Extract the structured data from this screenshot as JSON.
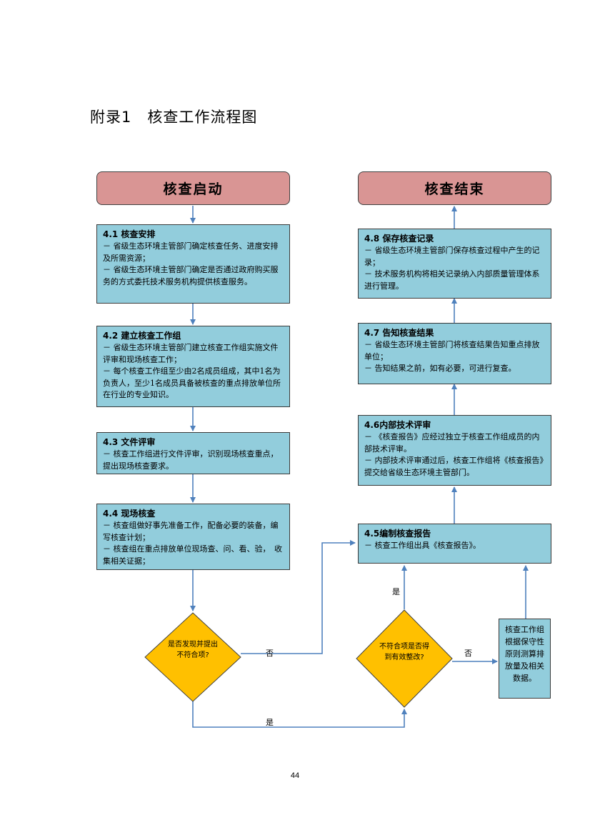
{
  "page": {
    "title_prefix": "附录1",
    "title_main": "核查工作流程图",
    "page_number": "44"
  },
  "flow": {
    "start": "核查启动",
    "end": "核查结束",
    "steps": {
      "s41": {
        "head": "4.1 核查安排",
        "lines": [
          "－ 省级生态环境主管部门确定核查任务、进度安排及所需资源；",
          "－ 省级生态环境主管部门确定是否通过政府购买服务的方式委托技术服务机构提供核查服务。"
        ]
      },
      "s42": {
        "head": "4.2 建立核查工作组",
        "lines": [
          "－ 省级生态环境主管部门建立核查工作组实施文件评审和现场核查工作；",
          "－ 每个核查工作组至少由2名成员组成，其中1名为负责人，至少1名成员具备被核查的重点排放单位所在行业的专业知识。"
        ]
      },
      "s43": {
        "head": "4.3 文件评审",
        "lines": [
          "－ 核查工作组进行文件评审，识别现场核查重点，提出现场核查要求。"
        ]
      },
      "s44": {
        "head": "4.4 现场核查",
        "lines": [
          "－ 核查组做好事先准备工作，配备必要的装备，编写核查计划；",
          "－ 核查组在重点排放单位现场查、问、看、验，　收集相关证据；"
        ]
      },
      "s45": {
        "head": "4.5编制核查报告",
        "lines": [
          "－ 核查工作组出具《核查报告》。"
        ]
      },
      "s46": {
        "head": "4.6内部技术评审",
        "lines": [
          "－ 《核查报告》应经过独立于核查工作组成员的内部技术评审。",
          "－ 内部技术评审通过后，核查工作组将《核查报告》提交给省级生态环境主管部门。"
        ]
      },
      "s47": {
        "head": "4.7 告知核查结果",
        "lines": [
          "－ 省级生态环境主管部门将核查结果告知重点排放单位；",
          "－ 告知结果之前，如有必要，可进行复查。"
        ]
      },
      "s48": {
        "head": "4.8 保存核查记录",
        "lines": [
          "－ 省级生态环境主管部门保存核查过程中产生的记录；",
          "－ 技术服务机构将相关记录纳入内部质量管理体系进行管理。"
        ]
      }
    },
    "side_box": "核查工作组根据保守性原则测算排放量及相关数据。",
    "decisions": {
      "d1": "是否发现并提出不符合项?",
      "d2": "不符合项是否得到有效整改?"
    },
    "labels": {
      "d1_no": "否",
      "d1_yes": "是",
      "d2_yes": "是",
      "d2_no": "否"
    },
    "colors": {
      "start_end_fill": "#d99594",
      "step_fill": "#92cddc",
      "decision_fill": "#ffc000",
      "arrow": "#4f81bd"
    }
  }
}
